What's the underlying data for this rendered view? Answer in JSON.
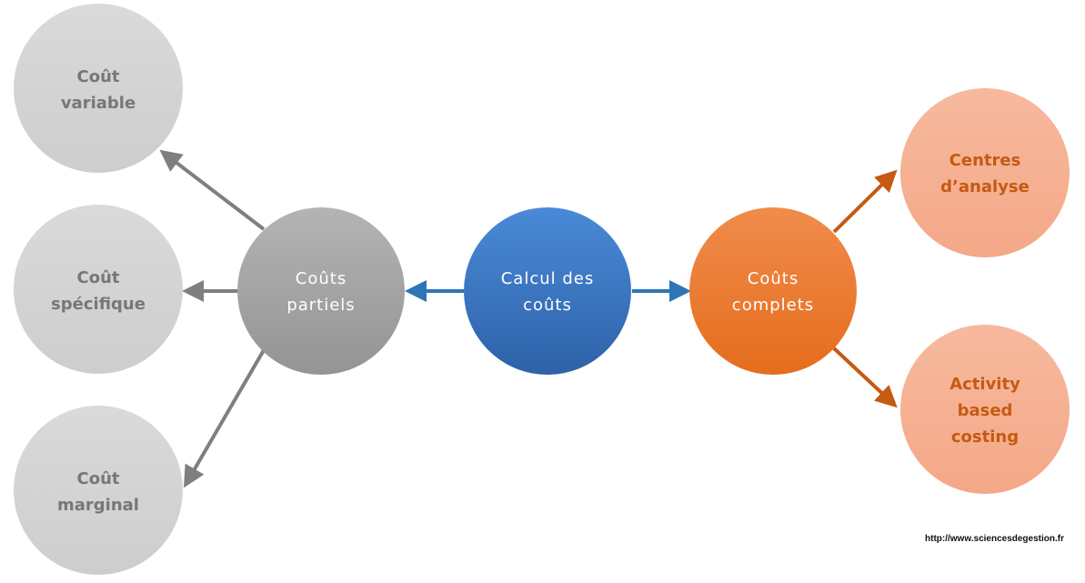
{
  "nodes": {
    "center": {
      "line1": "Calcul des",
      "line2": "coûts"
    },
    "partiels": {
      "line1": "Coûts",
      "line2": "partiels"
    },
    "complets": {
      "line1": "Coûts",
      "line2": "complets"
    },
    "variable": {
      "line1": "Coût",
      "line2": "variable"
    },
    "specifique": {
      "line1": "Coût",
      "line2": "spécifique"
    },
    "marginal": {
      "line1": "Coût",
      "line2": "marginal"
    },
    "centres": {
      "line1": "Centres",
      "line2": "d’analyse"
    },
    "abc": {
      "line1": "Activity",
      "line2": "based",
      "line3": "costing"
    }
  },
  "source_url": "http://www.sciencesdegestion.fr",
  "colors": {
    "blue": "#3a78c4",
    "orange": "#ee7b2e",
    "gray": "#a6a6a6",
    "light_gray": "#d4d4d4",
    "light_orange": "#f6b094"
  }
}
